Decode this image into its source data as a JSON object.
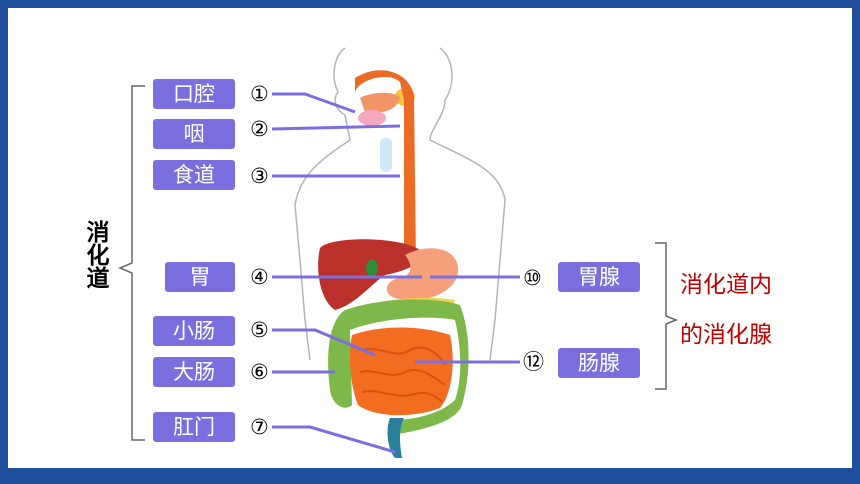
{
  "group_label": "消化道",
  "group_label_right": [
    "消化道内",
    "的消化腺"
  ],
  "organs_left": [
    {
      "label": "口腔",
      "num": "①"
    },
    {
      "label": "咽",
      "num": "②"
    },
    {
      "label": "食道",
      "num": "③"
    },
    {
      "label": "胃",
      "num": "④"
    },
    {
      "label": "小肠",
      "num": "⑤"
    },
    {
      "label": "大肠",
      "num": "⑥"
    },
    {
      "label": "肛门",
      "num": "⑦"
    }
  ],
  "glands_right": [
    {
      "label": "胃腺",
      "num": "⑩"
    },
    {
      "label": "肠腺",
      "num": "⑫"
    }
  ],
  "colors": {
    "frame": "#1f4e9a",
    "label_bg": "#7b6fe0",
    "line": "#7b6fe0",
    "accent_red": "#c00000"
  }
}
